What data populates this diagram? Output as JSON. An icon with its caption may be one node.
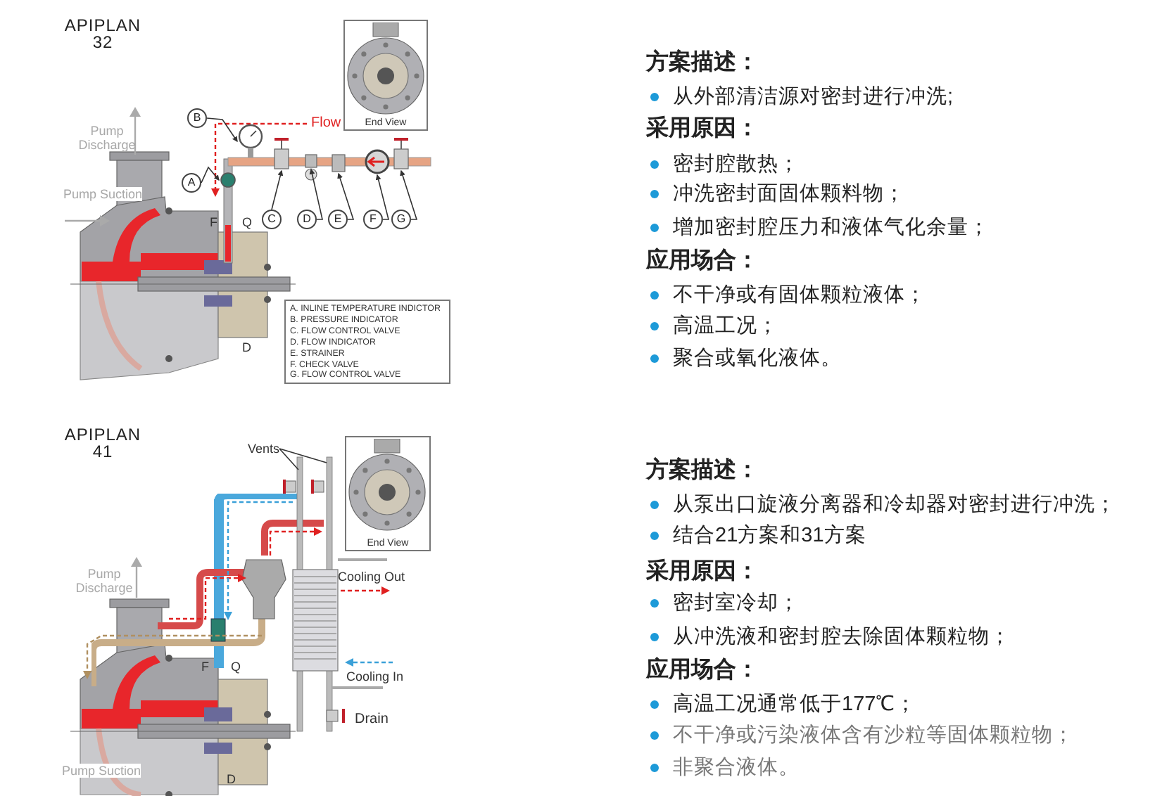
{
  "diagram": {
    "nodes": [
      {
        "text": [
          "A"
        ]
      },
      {
        "text": [
          "B"
        ]
      },
      {
        "text": [
          "C"
        ]
      },
      {
        "text": [
          "D"
        ]
      },
      {
        "text": [
          "E"
        ]
      },
      {
        "text": [
          "F"
        ]
      },
      {
        "text": [
          "G"
        ]
      },
      {
        "text": [
          "End View"
        ]
      },
      {
        "text": [
          "A. INLINE TEMPERATURE INDICTOR",
          "B. PRESSURE INDICATOR",
          "C. FLOW CONTROL VALVE",
          "D. FLOW INDICATOR",
          "E. STRAINER",
          "F. CHECK VALVE",
          "G. FLOW CONTROL VALVE"
        ]
      },
      {
        "text": [
          "Vents"
        ]
      },
      {
        "text": [
          "End View"
        ]
      },
      {
        "text": [],
        "shape": "circle"
      },
      {
        "text": [],
        "shape": "picture"
      },
      {
        "text": [],
        "shape": "box"
      },
      {
        "text": [],
        "shape": "box"
      },
      {
        "text": [],
        "shape": "box"
      },
      {
        "text": [],
        "shape": "picture"
      },
      {
        "text": [],
        "shape": "box"
      }
    ],
    "edges": [
      {
        "from": 0,
        "to": 11,
        "arrow": "to"
      },
      {
        "from": 1,
        "to": 12,
        "arrow": "to"
      },
      {
        "from": 2,
        "to": 13,
        "arrow": "to"
      },
      {
        "from": 3,
        "to": 14,
        "arrow": "to"
      },
      {
        "from": 4,
        "to": 15,
        "arrow": "to"
      },
      {
        "from": 5,
        "to": 16,
        "arrow": "to"
      },
      {
        "from": 6,
        "to": 17,
        "arrow": "to"
      },
      {
        "from": 9,
        "to": null,
        "arrow": "none"
      },
      {
        "from": 9,
        "to": null,
        "arrow": "none"
      }
    ],
    "labels": [
      "APIPLAN 32",
      "Pump Discharge",
      "Flow",
      "Pump Suction",
      "F",
      "Q",
      "D",
      "方案描述：",
      "从外部清洁源对密封进行冲洗;",
      "采用原因：",
      "密封腔散热；",
      "冲洗密封面固体颗料物；",
      "增加密封腔压力和液体气化余量；",
      "应用场合：",
      "不干净或有固体颗粒液体；",
      "高温工况；",
      "聚合或氧化液体。",
      "APIPLAN 41",
      "Pump Discharge",
      "Cooling Out",
      "F",
      "Q",
      "Cooling In",
      "Drain",
      "D",
      "Pump Suction",
      "方案描述：",
      "从泵出口旋液分离器和冷却器对密封进行冲洗；",
      "结合21方案和31方案",
      "采用原因：",
      "密封室冷却；",
      "从冲洗液和密封腔去除固体颗粒物；",
      "应用场合：",
      "高温工况通常低于177℃；",
      "不干净或污染液体含有沙粒等固体颗粒物；",
      "非聚合液体。"
    ]
  }
}
